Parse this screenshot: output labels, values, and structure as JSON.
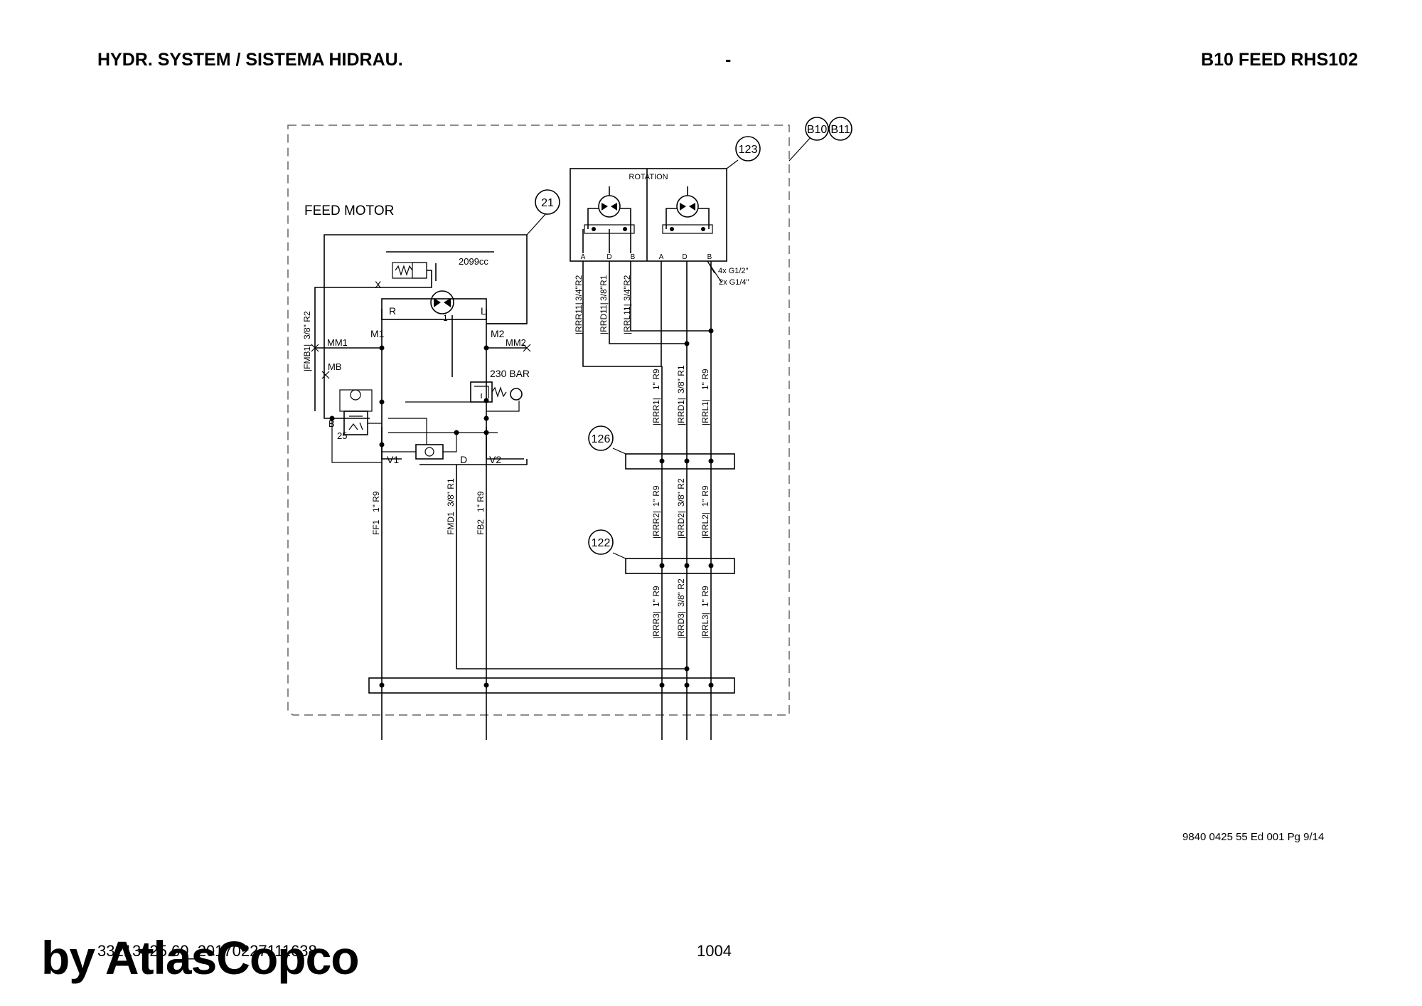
{
  "header": {
    "left": "HYDR. SYSTEM / SISTEMA HIDRAU.",
    "center": "-",
    "right": "B10 FEED RHS102"
  },
  "diagram": {
    "feed_motor_title": "FEED MOTOR",
    "displacement": "2099cc",
    "rotation_title": "ROTATION",
    "relief_pressure": "230 BAR",
    "check_value": "25",
    "bubbles": {
      "b10": "B10",
      "b11": "B11",
      "r123": "123",
      "r21": "21",
      "r126": "126",
      "r122": "122"
    },
    "ports": {
      "x": "X",
      "r": "R",
      "l": "L",
      "one": "1",
      "m1": "M1",
      "m2": "M2",
      "mm1": "MM1",
      "mm2": "MM2",
      "mb": "MB",
      "b": "B",
      "v1": "V1",
      "v2": "V2",
      "d": "D",
      "rot_a1": "A",
      "rot_d1": "D",
      "rot_b1": "B",
      "rot_a2": "A",
      "rot_d2": "D",
      "rot_b2": "B"
    },
    "notes": {
      "g12": "4x G1/2\"",
      "g14": "2x G1/4\""
    },
    "hose_labels": {
      "rrr11": "|RRR11|",
      "rrr11_size": "3/4\"R2",
      "rrd11": "|RRD11|",
      "rrd11_size": "3/8\"R1",
      "rrl11": "|RRL11|",
      "rrl11_size": "3/4\"R2",
      "fmb1": "|FMB1|",
      "fmb1_size": "3/8\" R2",
      "rrr1": "|RRR1|",
      "rrr1_size": "1\" R9",
      "rrd1": "|RRD1|",
      "rrd1_size": "3/8\" R1",
      "rrl1": "|RRL1|",
      "rrl1_size": "1\" R9",
      "ff1": "FF1",
      "ff1_size": "1\" R9",
      "fmd1": "FMD1",
      "fmd1_size": "3/8\" R1",
      "fb2": "FB2",
      "fb2_size": "1\" R9",
      "rrr2": "|RRR2|",
      "rrr2_size": "1\" R9",
      "rrd2": "|RRD2|",
      "rrd2_size": "3/8\" R2",
      "rrl2": "|RRL2|",
      "rrl2_size": "1\" R9",
      "rrr3": "|RRR3|",
      "rrr3_size": "1\" R9",
      "rrd3": "|RRD3|",
      "rrd3_size": "3/8\" R2",
      "rrl3": "|RRL3|",
      "rrl3_size": "1\" R9"
    }
  },
  "footer": {
    "docref": "9840 0425 55 Ed 001 Pg 9/14",
    "code": "33213425 60_20170227111638",
    "page": "1004",
    "brand": "by AtlasCopco"
  }
}
